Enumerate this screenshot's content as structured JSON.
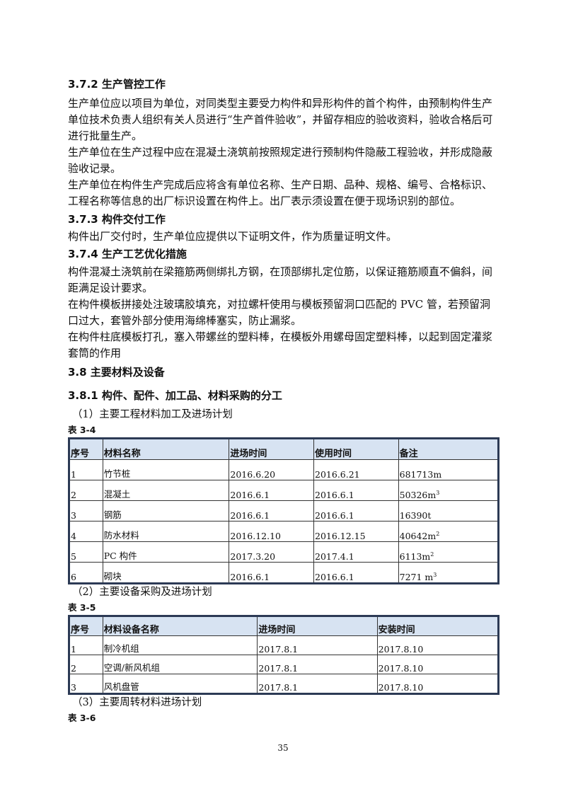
{
  "sections": {
    "s372": {
      "title": "3.7.2 生产管控工作",
      "paragraphs": [
        "生产单位应以项目为单位，对同类型主要受力构件和异形构件的首个构件，由预制构件生产单位技术负责人组织有关人员进行“生产首件验收”，并留存相应的验收资料，验收合格后可进行批量生产。",
        "生产单位在生产过程中应在混凝土浇筑前按照规定进行预制构件隐蔽工程验收，并形成隐蔽验收记录。",
        "生产单位在构件生产完成后应将含有单位名称、生产日期、品种、规格、编号、合格标识、工程名称等信息的出厂标识设置在构件上。出厂表示须设置在便于现场识别的部位。"
      ]
    },
    "s373": {
      "title": "3.7.3 构件交付工作",
      "paragraphs": [
        "构件出厂交付时，生产单位应提供以下证明文件，作为质量证明文件。"
      ]
    },
    "s374": {
      "title": "3.7.4 生产工艺优化措施",
      "paragraphs": [
        "构件混凝土浇筑前在梁箍筋两侧绑扎方钢，在顶部绑扎定位筋，以保证箍筋顺直不偏斜，间距满足设计要求。",
        "在构件模板拼接处注玻璃胶填充，对拉螺杆使用与模板预留洞口匹配的 PVC 管，若预留洞口过大，套管外部分使用海绵棒塞实，防止漏浆。",
        "在构件柱底模板打孔，塞入带螺丝的塑料棒，在模板外用螺母固定塑料棒，以起到固定灌浆套筒的作用"
      ]
    },
    "s38": {
      "title": "3.8 主要材料及设备"
    },
    "s381": {
      "title": "3.8.1 构件、配件、加工品、材料采购的分工"
    }
  },
  "table34": {
    "subtitle": "（1）主要工程材料加工及进场计划",
    "caption": "表 3-4",
    "headers": [
      "序号",
      "材料名称",
      "进场时间",
      "使用时间",
      "备注"
    ],
    "rows": [
      [
        "1",
        "竹节桩",
        "2016.6.20",
        "2016.6.21",
        "681713m",
        ""
      ],
      [
        "2",
        "混凝土",
        "2016.6.1",
        "2016.6.1",
        "50326m",
        "3"
      ],
      [
        "3",
        "钢筋",
        "2016.6.1",
        "2016.6.1",
        "16390t",
        ""
      ],
      [
        "4",
        "防水材料",
        "2016.12.10",
        "2016.12.15",
        "40642m",
        "2"
      ],
      [
        "5",
        "PC 构件",
        "2017.3.20",
        "2017.4.1",
        "6113m",
        "2"
      ],
      [
        "6",
        "砌块",
        "2016.6.1",
        "2016.6.1",
        "7271 m",
        "3"
      ]
    ]
  },
  "table35": {
    "subtitle": "（2）主要设备采购及进场计划",
    "caption": "表 3-5",
    "headers": [
      "序号",
      "材料设备名称",
      "进场时间",
      "安装时间"
    ],
    "rows": [
      [
        "1",
        "制冷机组",
        "2017.8.1",
        "2017.8.10"
      ],
      [
        "2",
        "空调/新风机组",
        "2017.8.1",
        "2017.8.10"
      ],
      [
        "3",
        "风机盘管",
        "2017.8.1",
        "2017.8.10"
      ]
    ]
  },
  "table36": {
    "subtitle": "（3）主要周转材料进场计划",
    "caption": "表 3-6"
  },
  "page_number": "35"
}
